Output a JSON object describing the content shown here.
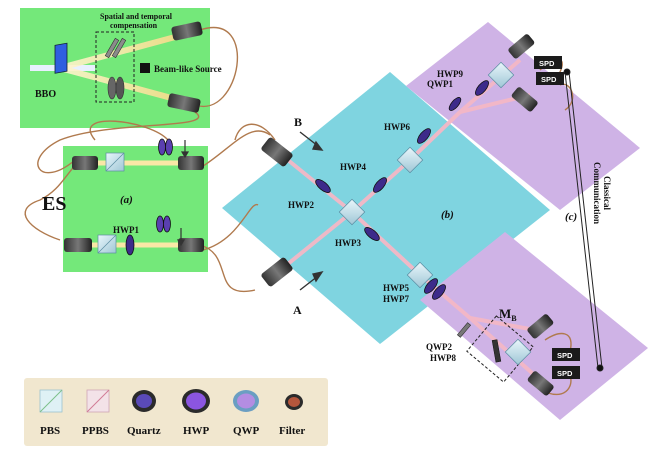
{
  "source_panel": {
    "compensation_label_line1": "Spatial and temporal",
    "compensation_label_line2": "compensation",
    "crystal_label": "BBO",
    "source_label": "Beam-like Source"
  },
  "es_panel": {
    "title": "ES",
    "panel_tag": "(a)",
    "hwp_label": "HWP1"
  },
  "center_panel": {
    "panel_tag": "(b)",
    "input_b": "B",
    "input_a": "A",
    "hwp2": "HWP2",
    "hwp3": "HWP3",
    "hwp4": "HWP4",
    "hwp5": "HWP5",
    "hwp6": "HWP6",
    "hwp7": "HWP7"
  },
  "alice_panel": {
    "hwp9": "HWP9",
    "qwp1": "QWP1",
    "spd_top": "SPD",
    "spd_bottom": "SPD"
  },
  "bob_panel": {
    "module_main": "M",
    "module_sub": "B",
    "qwp2": "QWP2",
    "hwp8": "HWP8",
    "spd_top": "SPD",
    "spd_bottom": "SPD"
  },
  "classical": {
    "panel_tag": "(c)",
    "line1": "Classical",
    "line2": "Communication"
  },
  "legend": {
    "items": [
      {
        "label": "PBS"
      },
      {
        "label": "PPBS"
      },
      {
        "label": "Quartz"
      },
      {
        "label": "HWP"
      },
      {
        "label": "QWP"
      },
      {
        "label": "Filter"
      }
    ]
  },
  "colors": {
    "es_green": "#74e87a",
    "center_cyan": "#7fd4e0",
    "detector_purple": "#cfb3e6",
    "beam_pink": "#f4b8c6",
    "beam_yellow": "#f9e7a6",
    "legend_bg": "#f1e7cf"
  }
}
